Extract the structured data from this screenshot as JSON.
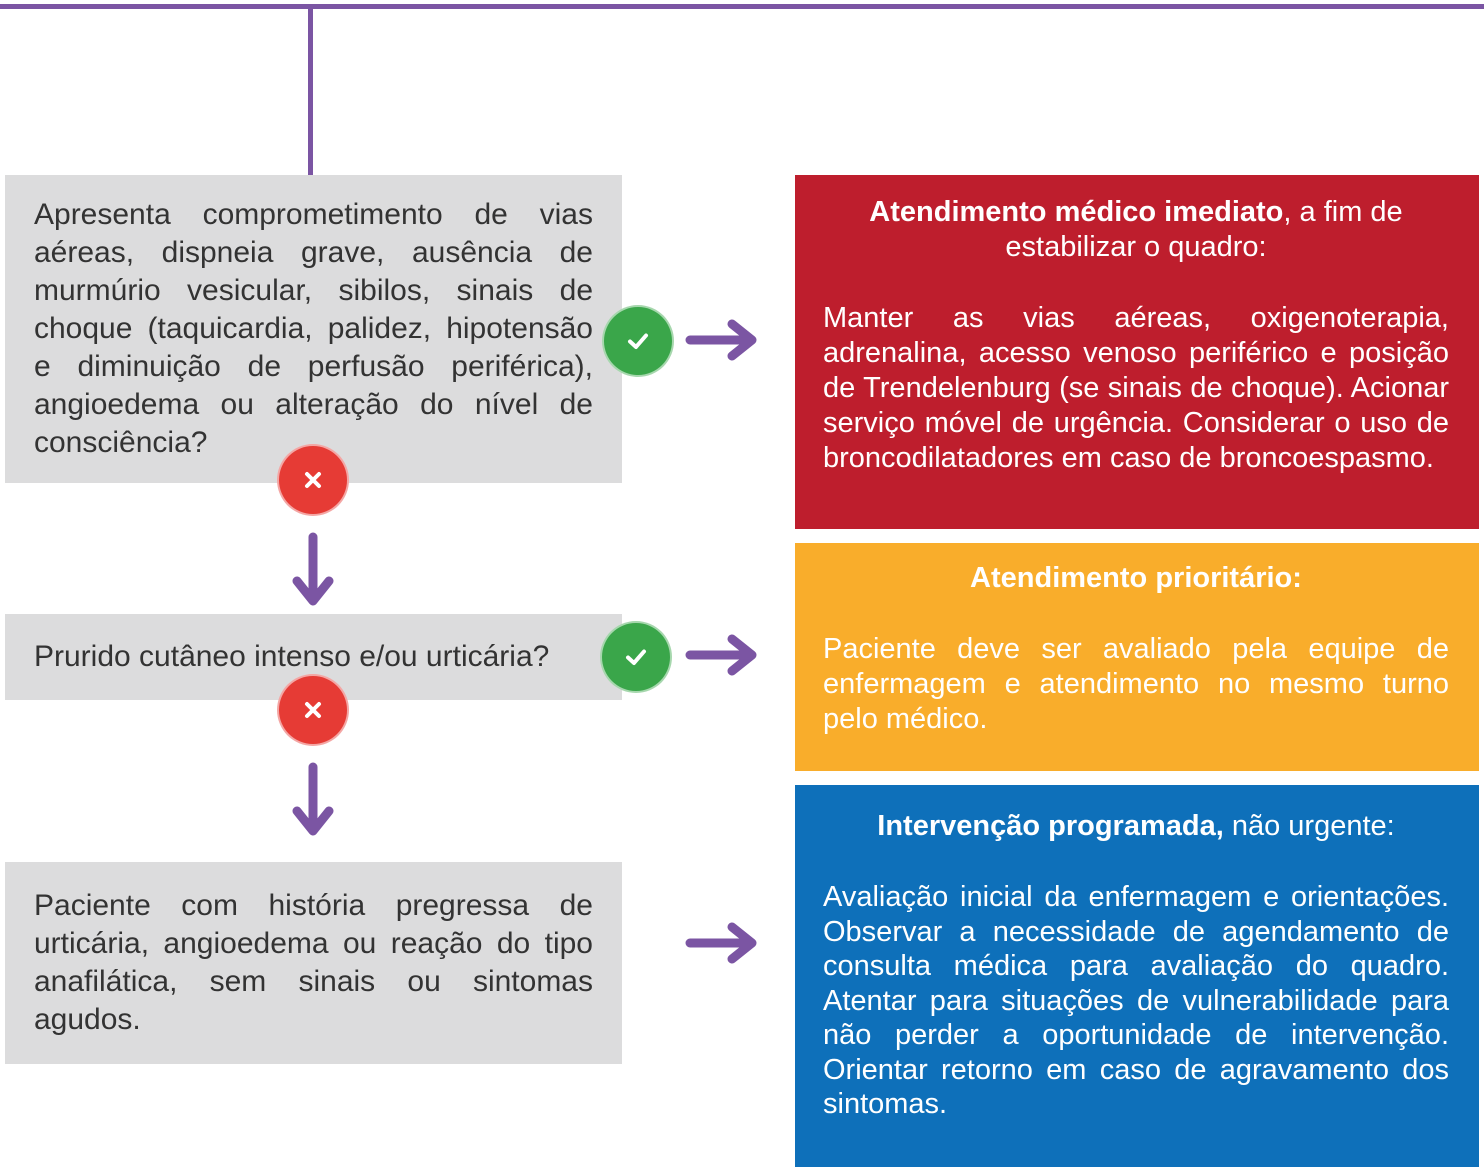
{
  "colors": {
    "connector": "#7b55a3",
    "question_bg": "#dcdcdd",
    "question_text": "#333333",
    "immediate": "#be1e2d",
    "priority": "#f9ad2b",
    "scheduled": "#0e70ba",
    "yes_badge": "#3aa64a",
    "no_badge": "#e63b35"
  },
  "questions": [
    {
      "text": "Apresenta comprometimento de vias aéreas, dispneia grave, ausência de murmúrio vesicular, sibilos, sinais de choque (taquicardia, palidez, hipotensão e diminuição de perfusão periférica), angioedema ou alteração do nível de consciência?"
    },
    {
      "text": "Prurido cutâneo intenso e/ou urticária?"
    },
    {
      "text": "Paciente com história pregressa de urticária, angioedema ou reação do tipo anafilática, sem sinais ou sintomas agudos."
    }
  ],
  "actions": [
    {
      "title_bold": "Atendimento médico imediato",
      "title_rest": ", a fim de estabilizar o quadro:",
      "body": "Manter as vias aéreas, oxigenoterapia, adrenalina, acesso venoso periférico e posição de Trendelenburg (se sinais de choque). Acionar serviço móvel de urgência. Considerar o uso de broncodilatadores em caso de broncoespasmo."
    },
    {
      "title_bold": "Atendimento prioritário:",
      "title_rest": "",
      "body": "Paciente deve ser avaliado pela equipe de enfermagem e atendimento no mesmo turno pelo médico."
    },
    {
      "title_bold": "Intervenção programada,",
      "title_rest": " não urgente:",
      "body": "Avaliação inicial da enfermagem e orientações. Observar a necessidade de agendamento de consulta médica para avaliação do quadro. Atentar para situações de vulnerabilidade para não perder a oportunidade de intervenção. Orientar retorno em caso de agravamento dos sintomas."
    }
  ],
  "icons": {
    "yes": "check-icon",
    "no": "cross-icon",
    "flow_right": "arrow-right-icon",
    "flow_down": "arrow-down-icon"
  }
}
